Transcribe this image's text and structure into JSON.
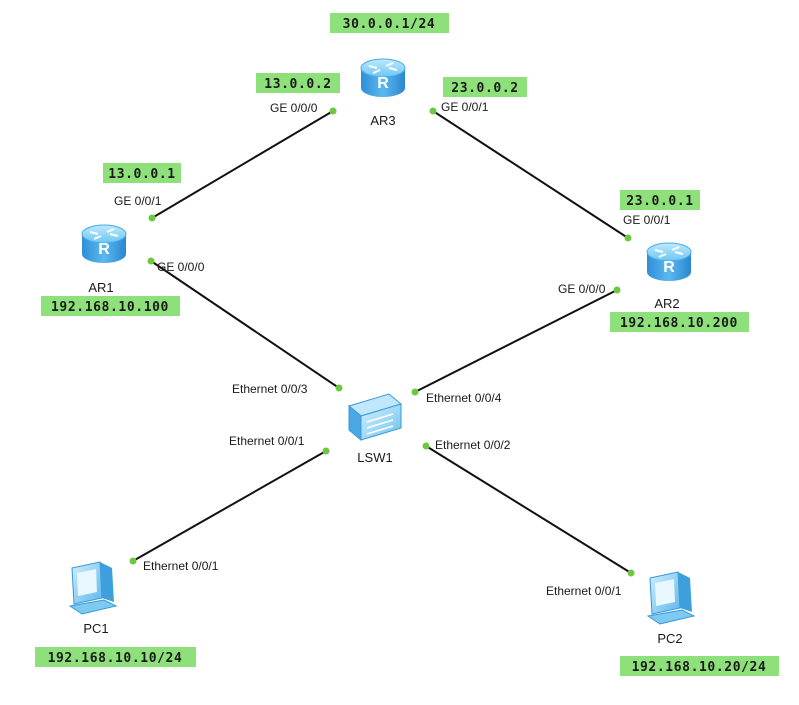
{
  "devices": {
    "ar1": {
      "label": "AR1",
      "ip": "192.168.10.100"
    },
    "ar2": {
      "label": "AR2",
      "ip": "192.168.10.200"
    },
    "ar3": {
      "label": "AR3",
      "ip": "30.0.0.1/24"
    },
    "lsw1": {
      "label": "LSW1"
    },
    "pc1": {
      "label": "PC1",
      "ip": "192.168.10.10/24"
    },
    "pc2": {
      "label": "PC2",
      "ip": "192.168.10.20/24"
    }
  },
  "links": {
    "ar1_ar3": {
      "ar1_port": "GE 0/0/1",
      "ar1_ip": "13.0.0.1",
      "ar3_port": "GE 0/0/0",
      "ar3_ip": "13.0.0.2"
    },
    "ar3_ar2": {
      "ar3_port": "GE 0/0/1",
      "ar3_ip": "23.0.0.2",
      "ar2_port": "GE 0/0/1",
      "ar2_ip": "23.0.0.1"
    },
    "ar1_lsw1": {
      "ar1_port": "GE 0/0/0",
      "lsw1_port": "Ethernet 0/0/3"
    },
    "ar2_lsw1": {
      "ar2_port": "GE 0/0/0",
      "lsw1_port": "Ethernet 0/0/4"
    },
    "pc1_lsw1": {
      "lsw1_port": "Ethernet 0/0/1",
      "pc1_port": "Ethernet 0/0/1"
    },
    "pc2_lsw1": {
      "lsw1_port": "Ethernet 0/0/2",
      "pc2_port": "Ethernet 0/0/1"
    }
  },
  "colors": {
    "label_bg": "#8ee07a",
    "port_dot": "#6cc93f",
    "router": "#3aa6e8",
    "link": "#111111"
  },
  "icons": {
    "router": "router-icon",
    "switch": "switch-icon",
    "pc": "pc-icon"
  }
}
